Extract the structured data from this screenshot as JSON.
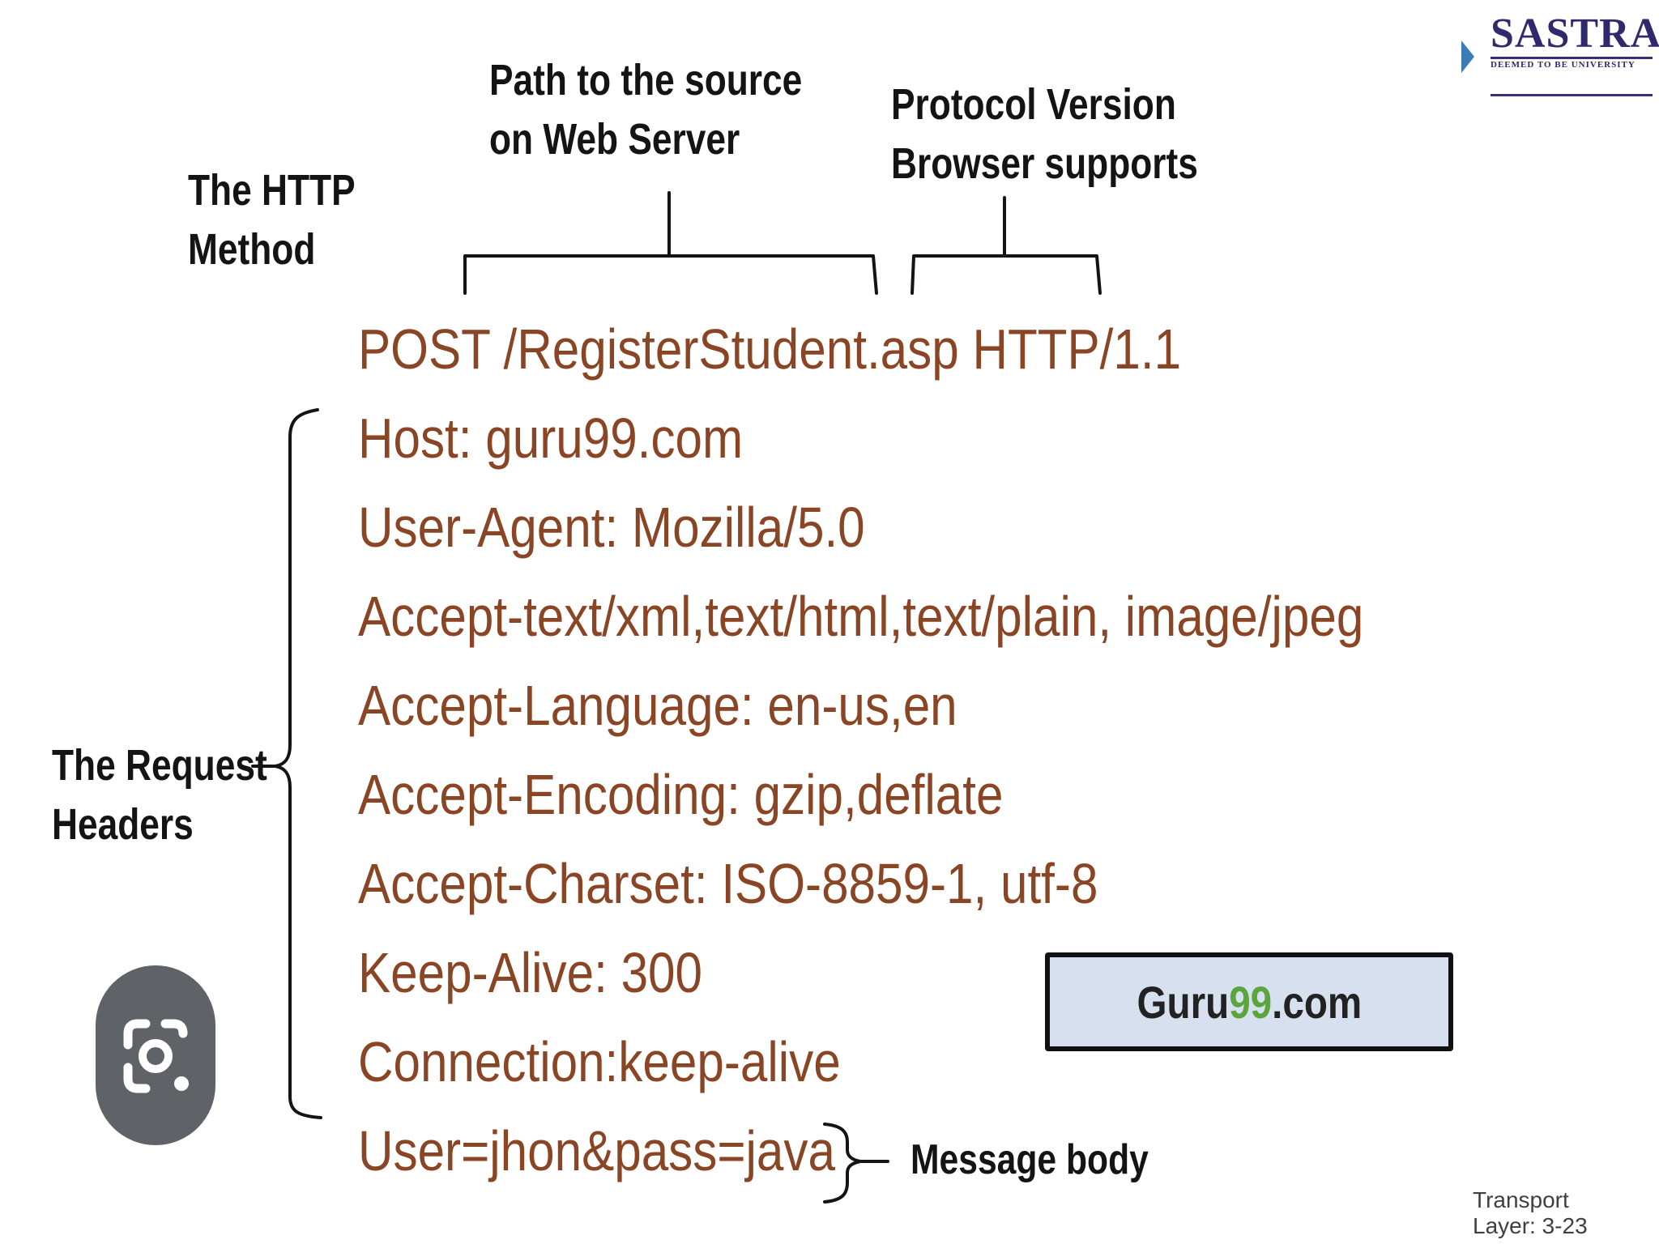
{
  "annotations": {
    "method": [
      "The HTTP",
      "Method"
    ],
    "path": [
      "Path to the source",
      "on Web Server"
    ],
    "protocol": [
      "Protocol Version",
      "Browser supports"
    ],
    "headers": [
      "The Request",
      "Headers"
    ],
    "body": "Message body"
  },
  "request": {
    "request_line": "POST /RegisterStudent.asp HTTP/1.1",
    "headers": [
      "Host: guru99.com",
      "User-Agent: Mozilla/5.0",
      "Accept-text/xml,text/html,text/plain, image/jpeg",
      "Accept-Language: en-us,en",
      "Accept-Encoding: gzip,deflate",
      "Accept-Charset: ISO-8859-1, utf-8",
      "Keep-Alive: 300",
      "Connection:keep-alive"
    ],
    "body": "User=jhon&pass=java"
  },
  "logo": {
    "name": "SASTRA",
    "tagline": "DEEMED TO BE UNIVERSITY"
  },
  "watermark": {
    "brand": "Guru",
    "accent": "99",
    "suffix": ".com"
  },
  "footer": {
    "line1": "Transport",
    "line2": "Layer: 3-23"
  },
  "colors": {
    "request_text": "#8a4524",
    "label_text": "#141414",
    "guru_box": "#d7e0ef",
    "guru_accent": "#5aa63c",
    "logo": "#2f2a6d"
  },
  "icons": {
    "lens_button": "camera-lens-icon"
  }
}
